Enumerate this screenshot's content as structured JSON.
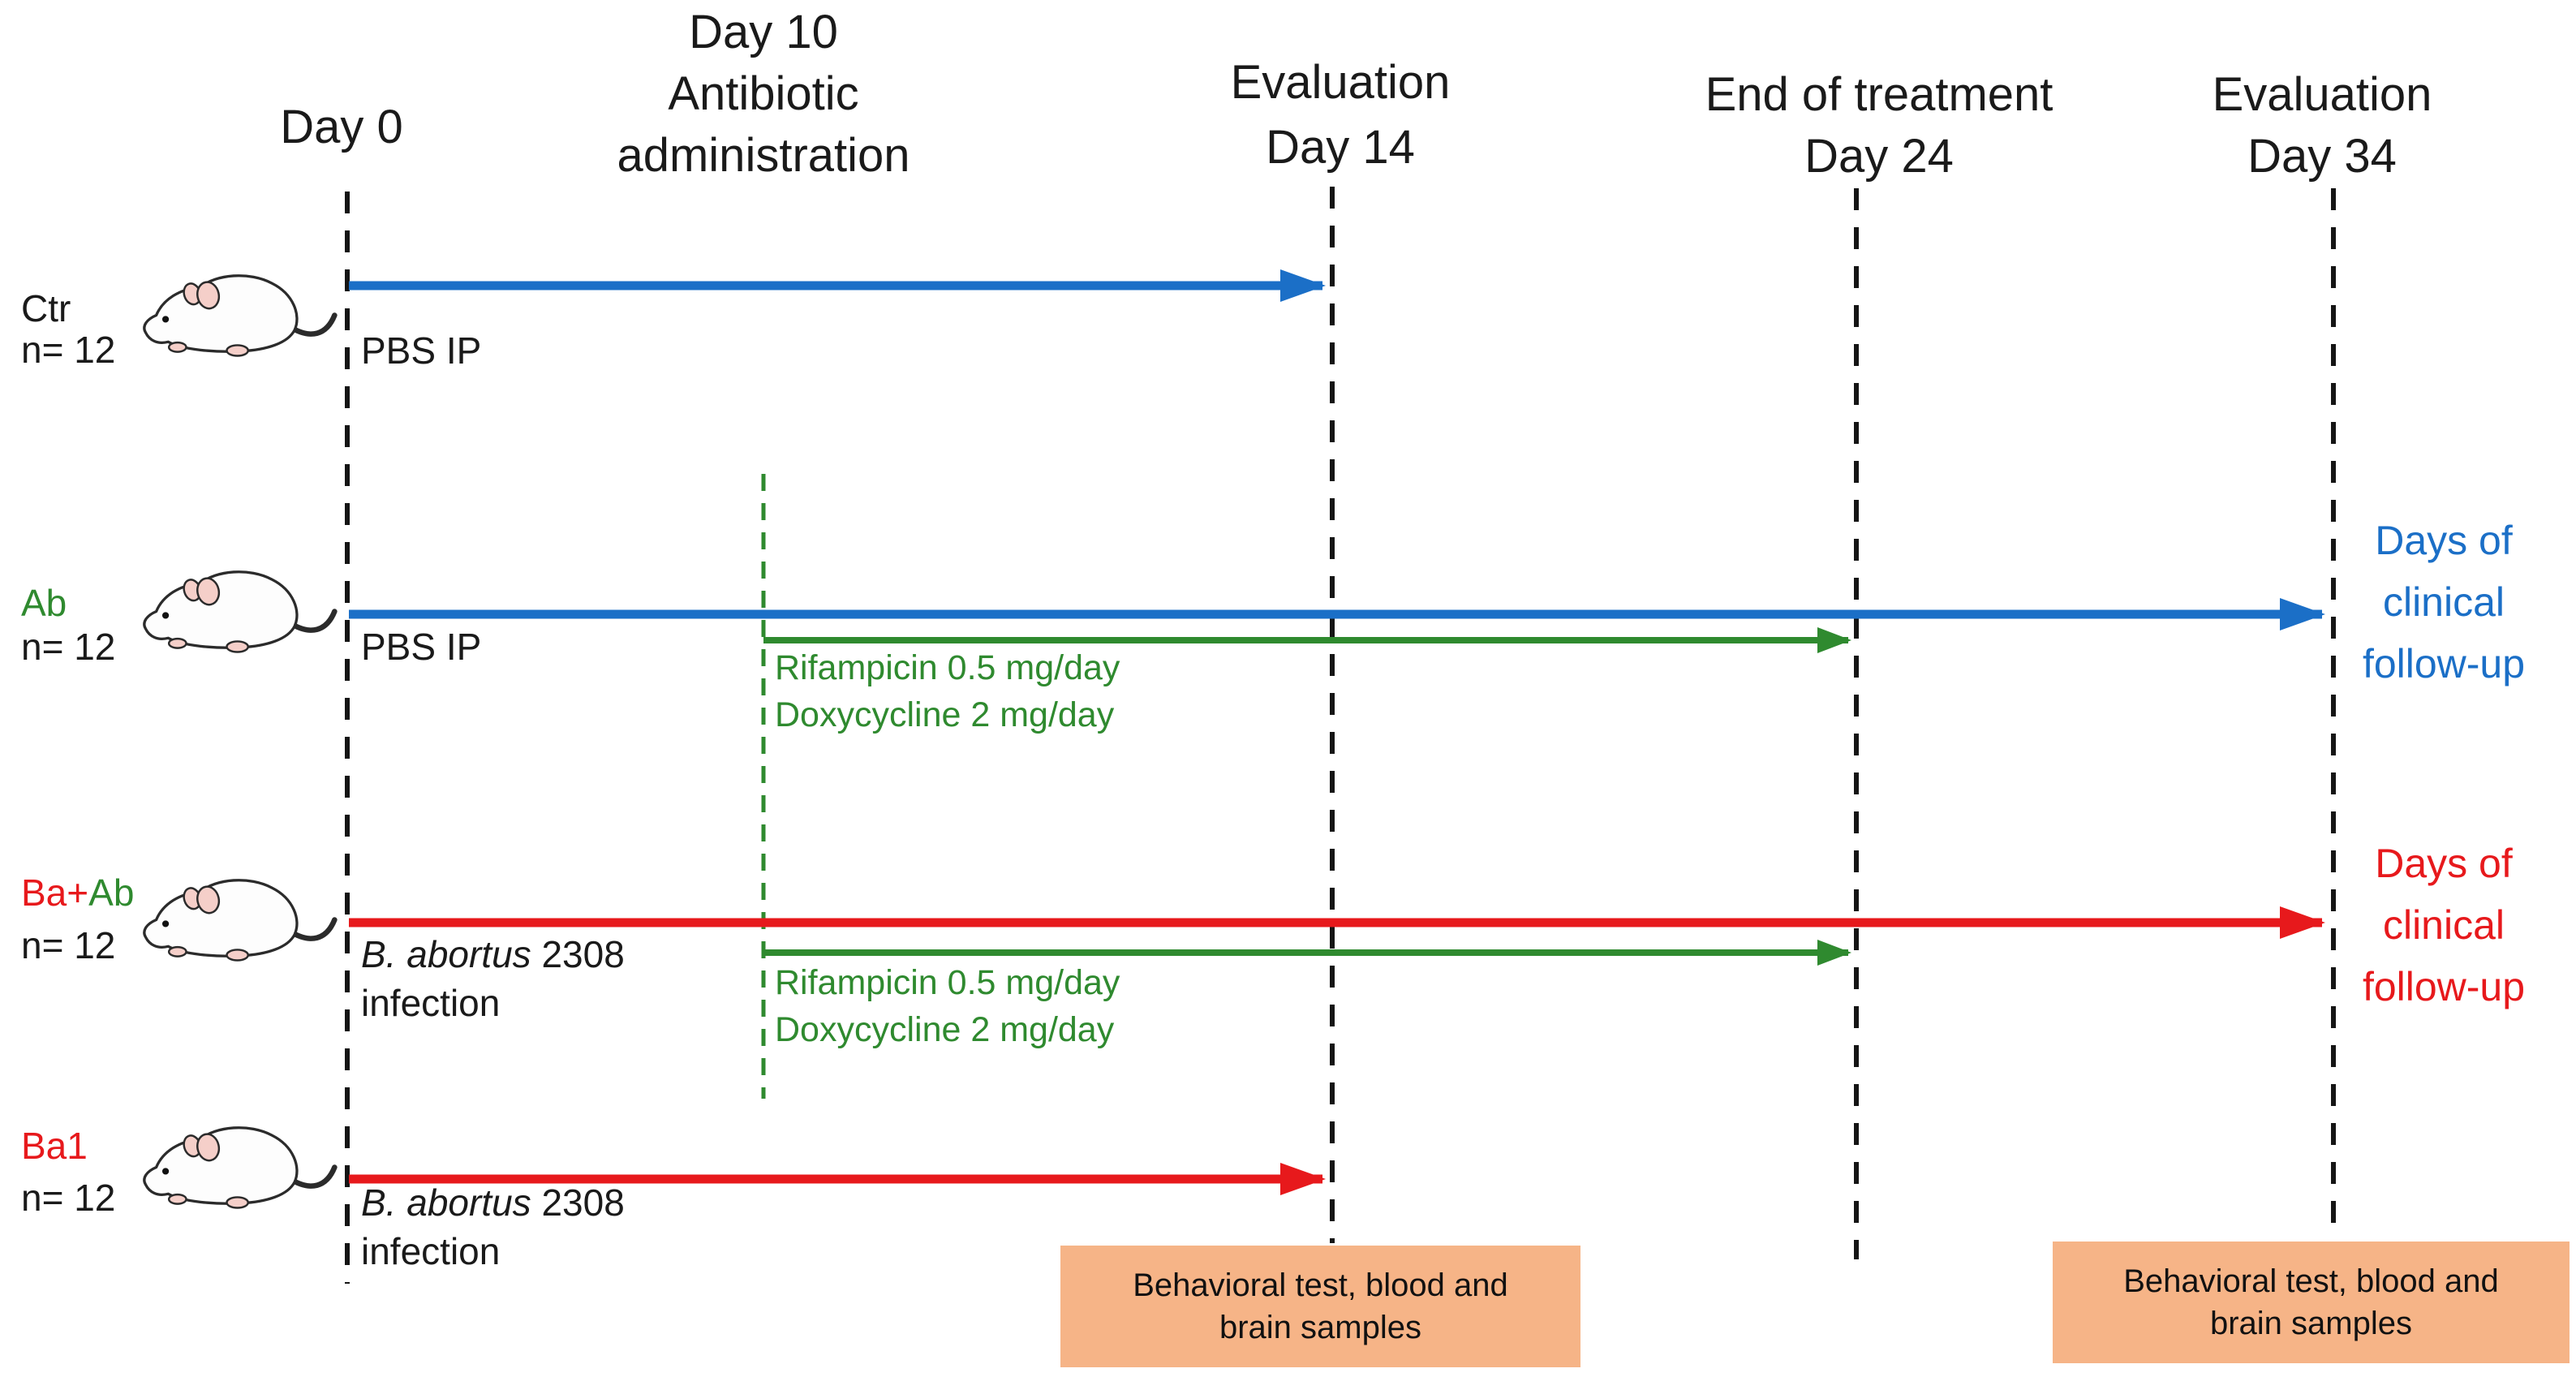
{
  "figure": {
    "colors": {
      "blue": "#1B6FC7",
      "green": "#2F8A2F",
      "red": "#E7191C",
      "box_orange": "#F6B487",
      "line": "#151515",
      "text": "#1A1A1A"
    },
    "headers": [
      {
        "lines": [
          "Day 0"
        ]
      },
      {
        "lines": [
          "Day 10",
          "Antibiotic",
          "administration"
        ]
      },
      {
        "lines": [
          "Evaluation",
          "Day 14"
        ]
      },
      {
        "lines": [
          "End of treatment",
          "Day 24"
        ]
      },
      {
        "lines": [
          "Evaluation",
          "Day 34"
        ]
      }
    ],
    "groups": [
      {
        "name": "Ctr",
        "n": "n= 12",
        "injection": "PBS IP"
      },
      {
        "name": "Ab",
        "n": "n= 12",
        "injection": "PBS IP",
        "treatment": [
          "Rifampicin 0.5 mg/day",
          "Doxycycline 2 mg/day"
        ],
        "followup": [
          "Days of",
          "clinical",
          "follow-up"
        ]
      },
      {
        "name_infected": "Ba+",
        "name_antibiotic": "Ab",
        "n": "n= 12",
        "injection_species": "B. abortus",
        "injection_strain": "2308",
        "injection_line2": "infection",
        "treatment": [
          "Rifampicin 0.5 mg/day",
          "Doxycycline 2 mg/day"
        ],
        "followup": [
          "Days of",
          "clinical",
          "follow-up"
        ]
      },
      {
        "name": "Ba1",
        "n": "n= 12",
        "injection_species": "B. abortus",
        "injection_strain": "2308",
        "injection_line2": "infection"
      }
    ],
    "sample_boxes": [
      {
        "lines": [
          "Behavioral test, blood and",
          "brain samples"
        ]
      },
      {
        "lines": [
          "Behavioral test, blood and",
          "brain samples"
        ]
      }
    ]
  }
}
